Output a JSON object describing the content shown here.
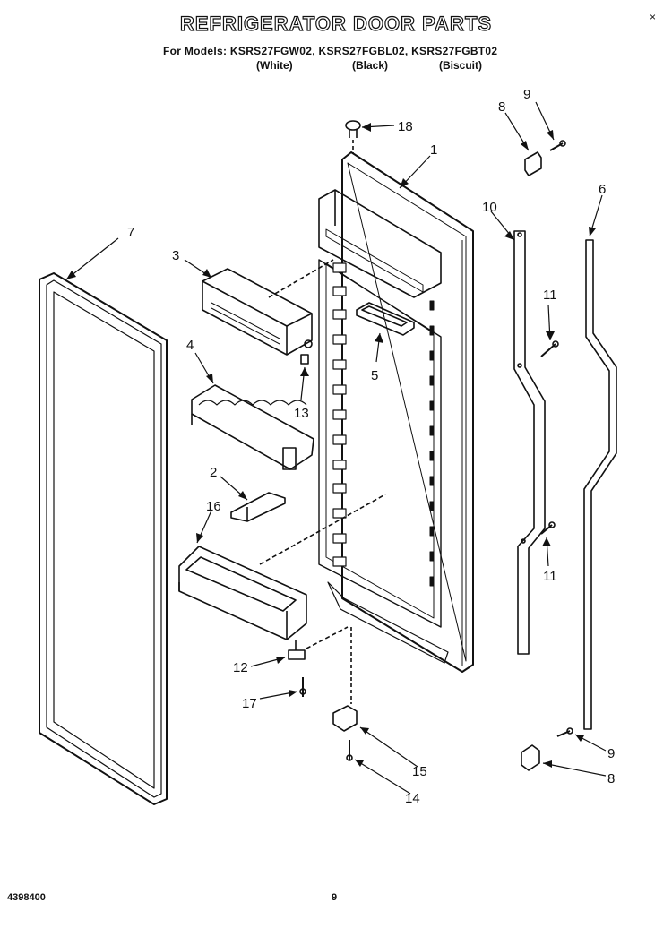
{
  "header": {
    "title": "REFRIGERATOR DOOR PARTS",
    "models": "For Models: KSRS27FGW02, KSRS27FGBL02, KSRS27FGBT02",
    "finish": [
      "(White)",
      "(Black)",
      "(Biscuit)"
    ],
    "corner_mark": "×"
  },
  "callouts": {
    "c1": "1",
    "c2": "2",
    "c3": "3",
    "c4": "4",
    "c5": "5",
    "c6": "6",
    "c7": "7",
    "c8a": "8",
    "c8b": "8",
    "c9a": "9",
    "c9b": "9",
    "c10": "10",
    "c11a": "11",
    "c11b": "11",
    "c12": "12",
    "c13": "13",
    "c14": "14",
    "c15": "15",
    "c16": "16",
    "c17": "17",
    "c18": "18"
  },
  "footer": {
    "part_number": "4398400",
    "page": "9"
  }
}
